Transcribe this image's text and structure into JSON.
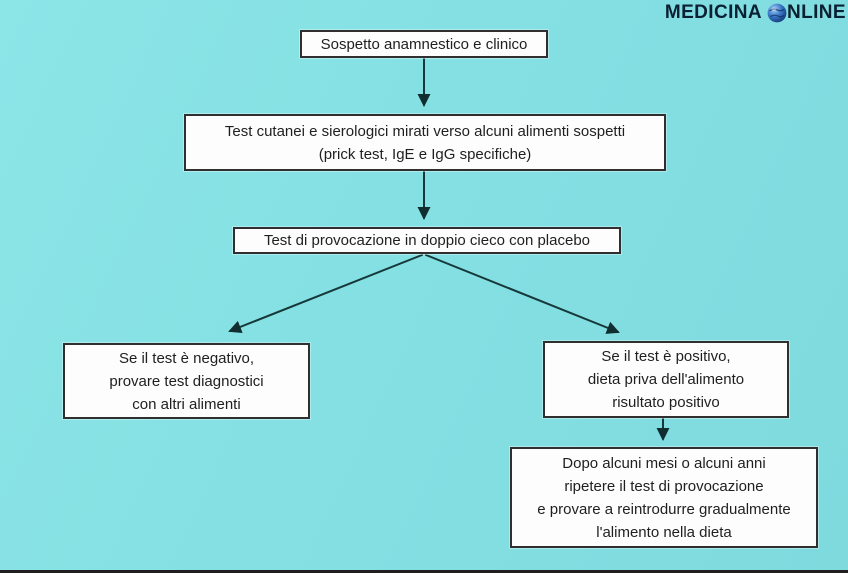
{
  "page": {
    "background_color": "#84e0e3",
    "bottom_rule_color": "#1f1f1f"
  },
  "header": {
    "brand_prefix": "MEDICINA",
    "brand_suffix": "NLINE",
    "text_color": "#0a2133",
    "globe_icon": "globe-icon"
  },
  "flowchart": {
    "style": {
      "node_background": "#fdfdfd",
      "node_border_color": "#2f2f2f",
      "node_text_color": "#1f1f1f",
      "arrow_color": "#16383a"
    },
    "nodes": [
      {
        "id": "sospetto-anamnestico",
        "text": "Sospetto anamnestico e clinico"
      },
      {
        "id": "test-cutanei-sierologici",
        "text": "Test cutanei e sierologici mirati verso alcuni alimenti sospetti\n(prick test, IgE e IgG specifiche)"
      },
      {
        "id": "test-provocazione",
        "text": "Test di provocazione in doppio cieco con placebo"
      },
      {
        "id": "test-negativo",
        "text": "Se il test è negativo,\nprovare test diagnostici\ncon altri alimenti"
      },
      {
        "id": "test-positivo",
        "text": "Se il test è positivo,\ndieta priva dell'alimento\nrisultato positivo"
      },
      {
        "id": "reintroduzione",
        "text": "Dopo alcuni mesi o alcuni anni\nripetere il test di provocazione\ne provare a reintrodurre gradualmente\nl'alimento nella dieta"
      }
    ],
    "edges": [
      {
        "from": "sospetto-anamnestico",
        "to": "test-cutanei-sierologici"
      },
      {
        "from": "test-cutanei-sierologici",
        "to": "test-provocazione"
      },
      {
        "from": "test-provocazione",
        "to": "test-negativo"
      },
      {
        "from": "test-provocazione",
        "to": "test-positivo"
      },
      {
        "from": "test-positivo",
        "to": "reintroduzione"
      }
    ]
  }
}
